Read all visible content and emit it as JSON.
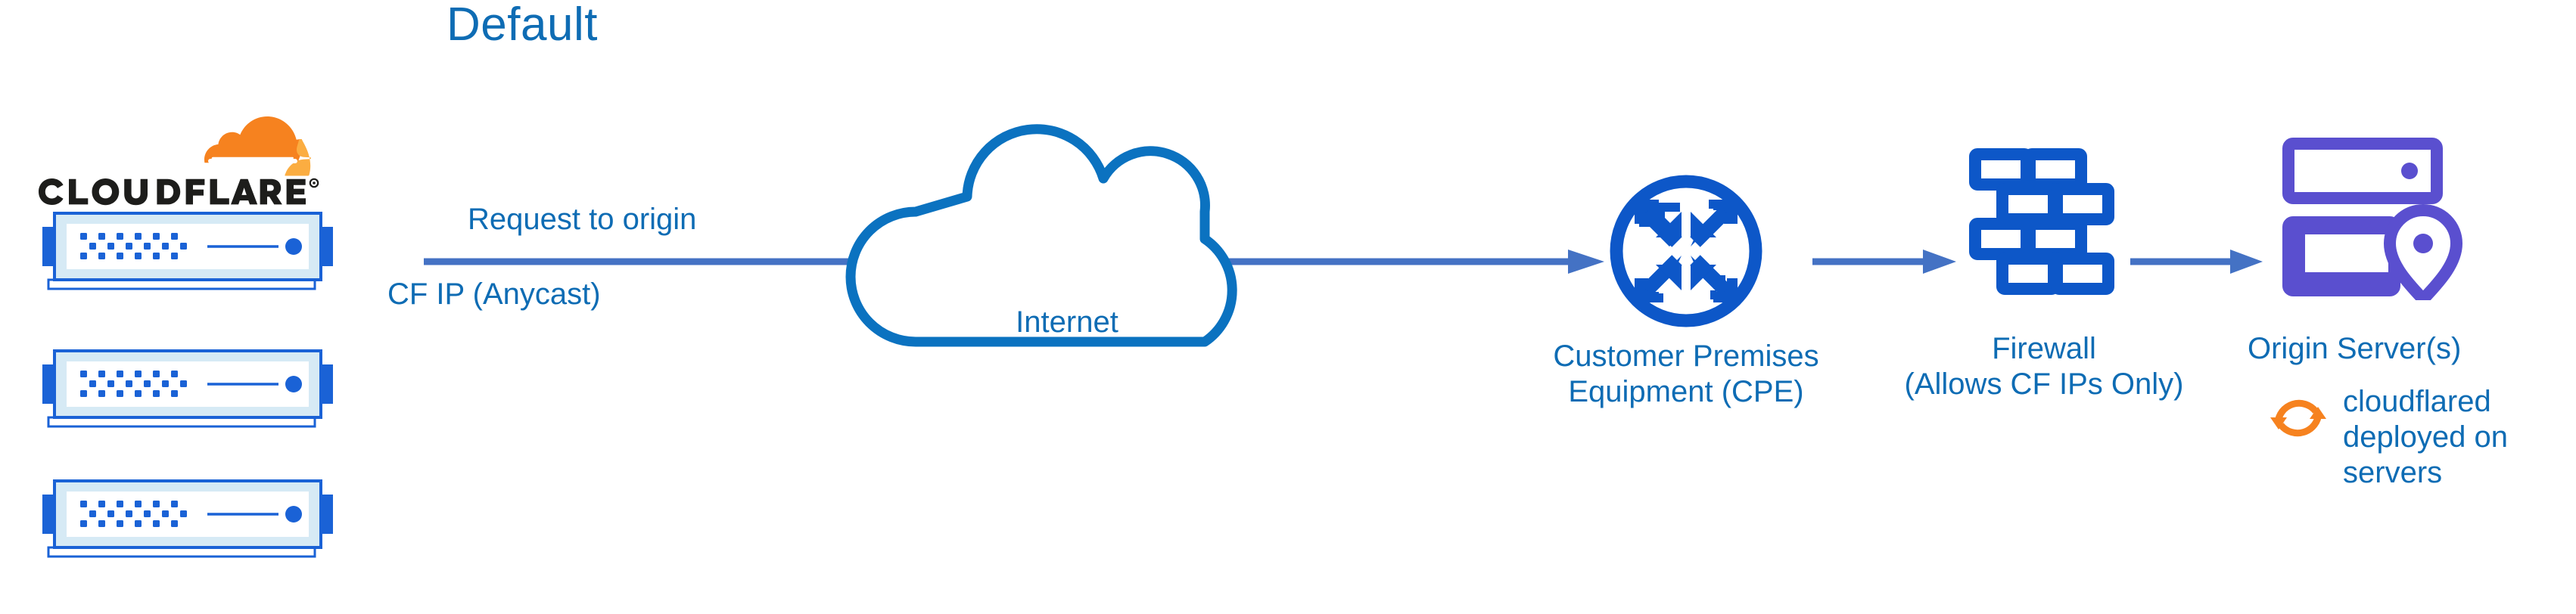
{
  "diagram": {
    "title": "Default",
    "colors": {
      "title_blue": "#0E6CB4",
      "label_blue": "#0E6CB4",
      "arrow_blue": "#4472C4",
      "cloud_outline_blue": "#0B72C0",
      "node_icon_blue": "#0D57C8",
      "origin_purple": "#5A4FCF",
      "cloudflare_orange": "#F6821F",
      "cloudflare_orange_light": "#FBAD41",
      "server_frame_blue": "#1A62D6",
      "server_fill_light": "#D6EAF5",
      "background": "#FFFFFF"
    }
  },
  "cloudflare": {
    "wordmark": "CLOUDFLARE",
    "registered_mark": "®",
    "logo_icon_name": "cloudflare-cloud-logo",
    "servers": [
      {
        "icon_name": "server-rack-unit",
        "index": 1
      },
      {
        "icon_name": "server-rack-unit",
        "index": 2
      },
      {
        "icon_name": "server-rack-unit",
        "index": 3
      }
    ]
  },
  "edges": {
    "request_to_origin": "Request to origin",
    "cf_ip": "CF IP\n(Anycast)",
    "cf_ip_line1": "CF IP",
    "cf_ip_line2": "(Anycast)"
  },
  "nodes": {
    "internet": {
      "label": "Internet",
      "icon_name": "cloud-outline-icon"
    },
    "cpe": {
      "label": "Customer Premises\nEquipment (CPE)",
      "label_line1": "Customer Premises",
      "label_line2": "Equipment (CPE)",
      "icon_name": "router-four-arrows-circle-icon"
    },
    "firewall": {
      "label": "Firewall\n(Allows CF IPs Only)",
      "label_line1": "Firewall",
      "label_line2": "(Allows CF IPs Only)",
      "icon_name": "brick-wall-firewall-icon"
    },
    "origin": {
      "label": "Origin Server(s)",
      "icon_name": "server-stack-location-pin-icon",
      "note": "cloudflared\ndeployed on\nservers",
      "note_icon_name": "sync-arrows-icon"
    }
  }
}
